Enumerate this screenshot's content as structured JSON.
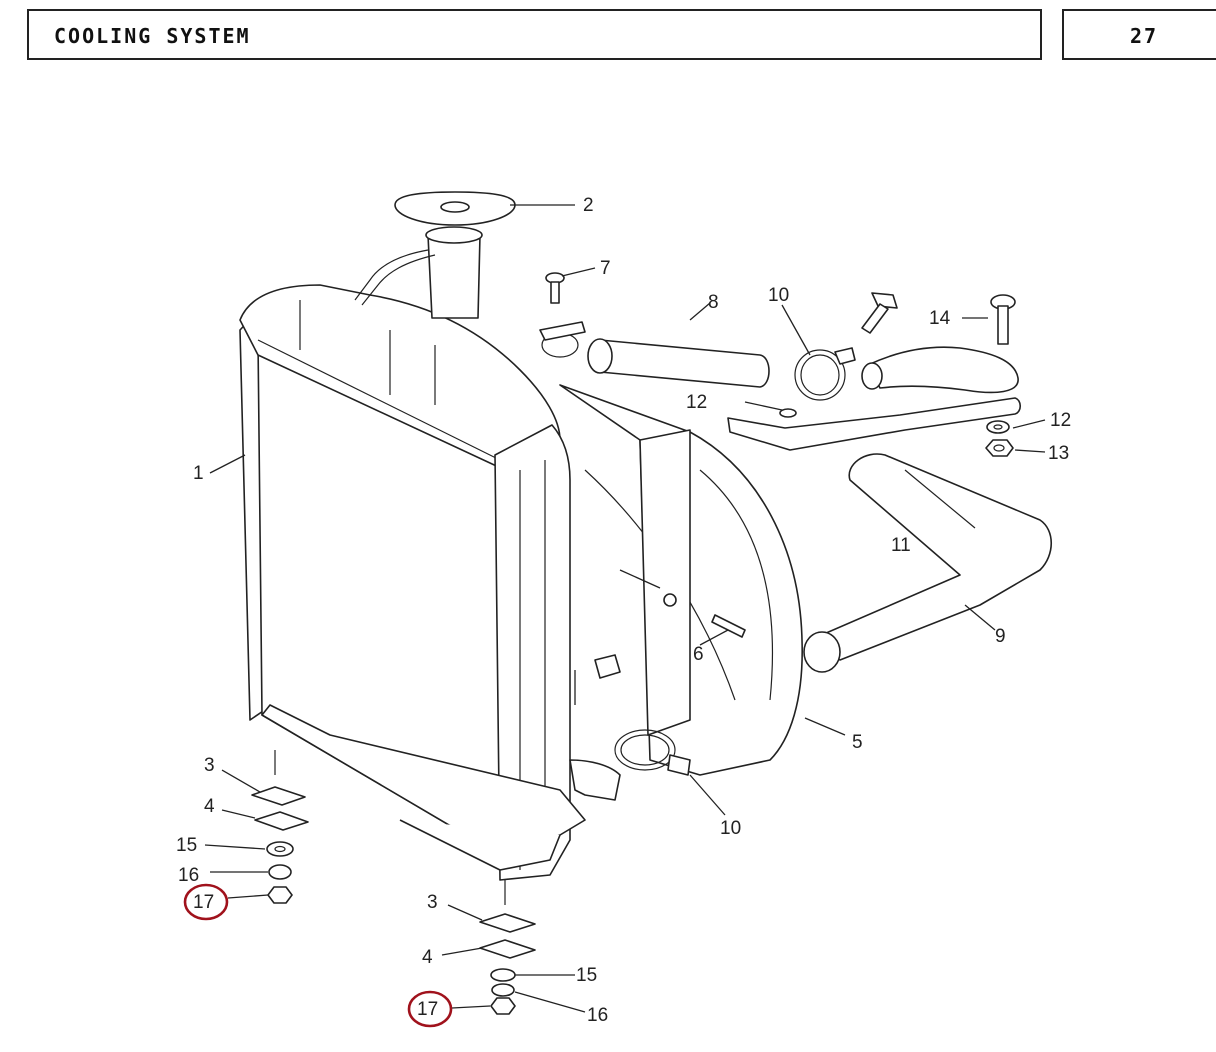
{
  "header": {
    "title": "COOLING SYSTEM",
    "page_number": "27"
  },
  "callouts": {
    "radiator": "1",
    "cap": "2",
    "pad_left_3": "3",
    "pad_left_4": "4",
    "washer_left_15": "15",
    "lockwasher_left_16": "16",
    "nut_left_17": "17",
    "pad_bottom_3": "3",
    "pad_bottom_4": "4",
    "washer_bottom_15": "15",
    "lockwasher_bottom_16": "16",
    "nut_bottom_17": "17",
    "shroud": "5",
    "bolt_6": "6",
    "bolt_7": "7",
    "hose_8": "8",
    "hose_9": "9",
    "clamp_top_10": "10",
    "clamp_bottom_10": "10",
    "hose_11": "11",
    "bracket_12": "12",
    "lockwasher_12": "12",
    "nut_13": "13",
    "bolt_14": "14"
  },
  "highlight_color": "#a0121c"
}
